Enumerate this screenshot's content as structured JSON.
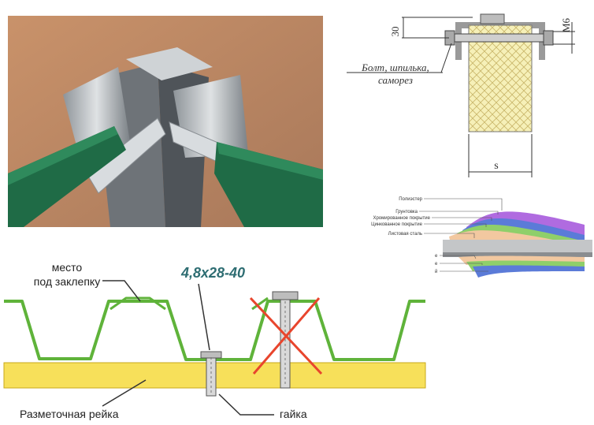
{
  "bolt_drawing": {
    "dim_vertical": "30",
    "dim_bolt": "M6",
    "dim_width": "s",
    "callout_line1": "Болт, шпилька,",
    "callout_line2": "саморез"
  },
  "coating_layers": {
    "layers": [
      {
        "label": "Полиэстер",
        "color": "#b06be0"
      },
      {
        "label": "Грунтовка",
        "color": "#5b7bd8"
      },
      {
        "label": "Хромированное покрытие",
        "color": "#8fcf6a"
      },
      {
        "label": "Цинкованное покрытие",
        "color": "#f2c8a0"
      },
      {
        "label": "Листовая сталь",
        "color": "#c4c6c8"
      }
    ],
    "lower_labels": [
      "е",
      "е",
      "й"
    ]
  },
  "profile_diagram": {
    "rivet_label_line1": "место",
    "rivet_label_line2": "под заклепку",
    "screw_size": "4,8х28-40",
    "rail_label": "Разметочная рейка",
    "nut_label": "гайка",
    "colors": {
      "profile": "#5fb33a",
      "rail": "#f7e05a",
      "rail_edge": "#c9a91a",
      "cross": "#e8452d",
      "size_text": "#2e6d72"
    }
  }
}
